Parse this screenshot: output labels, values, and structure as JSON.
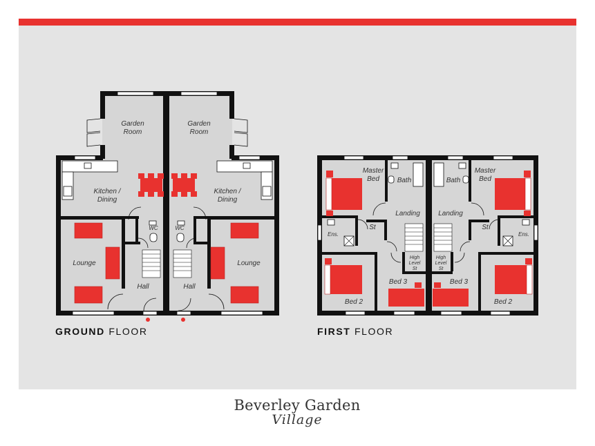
{
  "colors": {
    "accent": "#e8322f",
    "wall": "#111111",
    "floor": "#d6d6d6",
    "panel": "#e4e4e4"
  },
  "ground_floor": {
    "label_bold": "GROUND",
    "label_light": "FLOOR",
    "rooms": {
      "garden_room_l": [
        "Garden",
        "Room"
      ],
      "garden_room_r": [
        "Garden",
        "Room"
      ],
      "kitchen_l": [
        "Kitchen /",
        "Dining"
      ],
      "kitchen_r": [
        "Kitchen /",
        "Dining"
      ],
      "wc_l": "WC",
      "wc_r": "WC",
      "lounge_l": "Lounge",
      "lounge_r": "Lounge",
      "hall_l": "Hall",
      "hall_r": "Hall"
    }
  },
  "first_floor": {
    "label_bold": "FIRST",
    "label_light": "FLOOR",
    "rooms": {
      "master_l": [
        "Master",
        "Bed"
      ],
      "master_r": [
        "Master",
        "Bed"
      ],
      "bath_l": "Bath",
      "bath_r": "Bath",
      "landing_l": "Landing",
      "landing_r": "Landing",
      "st_l": "St",
      "st_r": "St",
      "ens_l": "Ens.",
      "ens_r": "Ens.",
      "hl_l": [
        "High",
        "Level",
        "St"
      ],
      "hl_r": [
        "High",
        "Level",
        "St"
      ],
      "bed2_l": "Bed 2",
      "bed2_r": "Bed 2",
      "bed3_l": "Bed 3",
      "bed3_r": "Bed 3"
    }
  },
  "brand": {
    "name": "Beverley Garden",
    "sub": "Village"
  }
}
